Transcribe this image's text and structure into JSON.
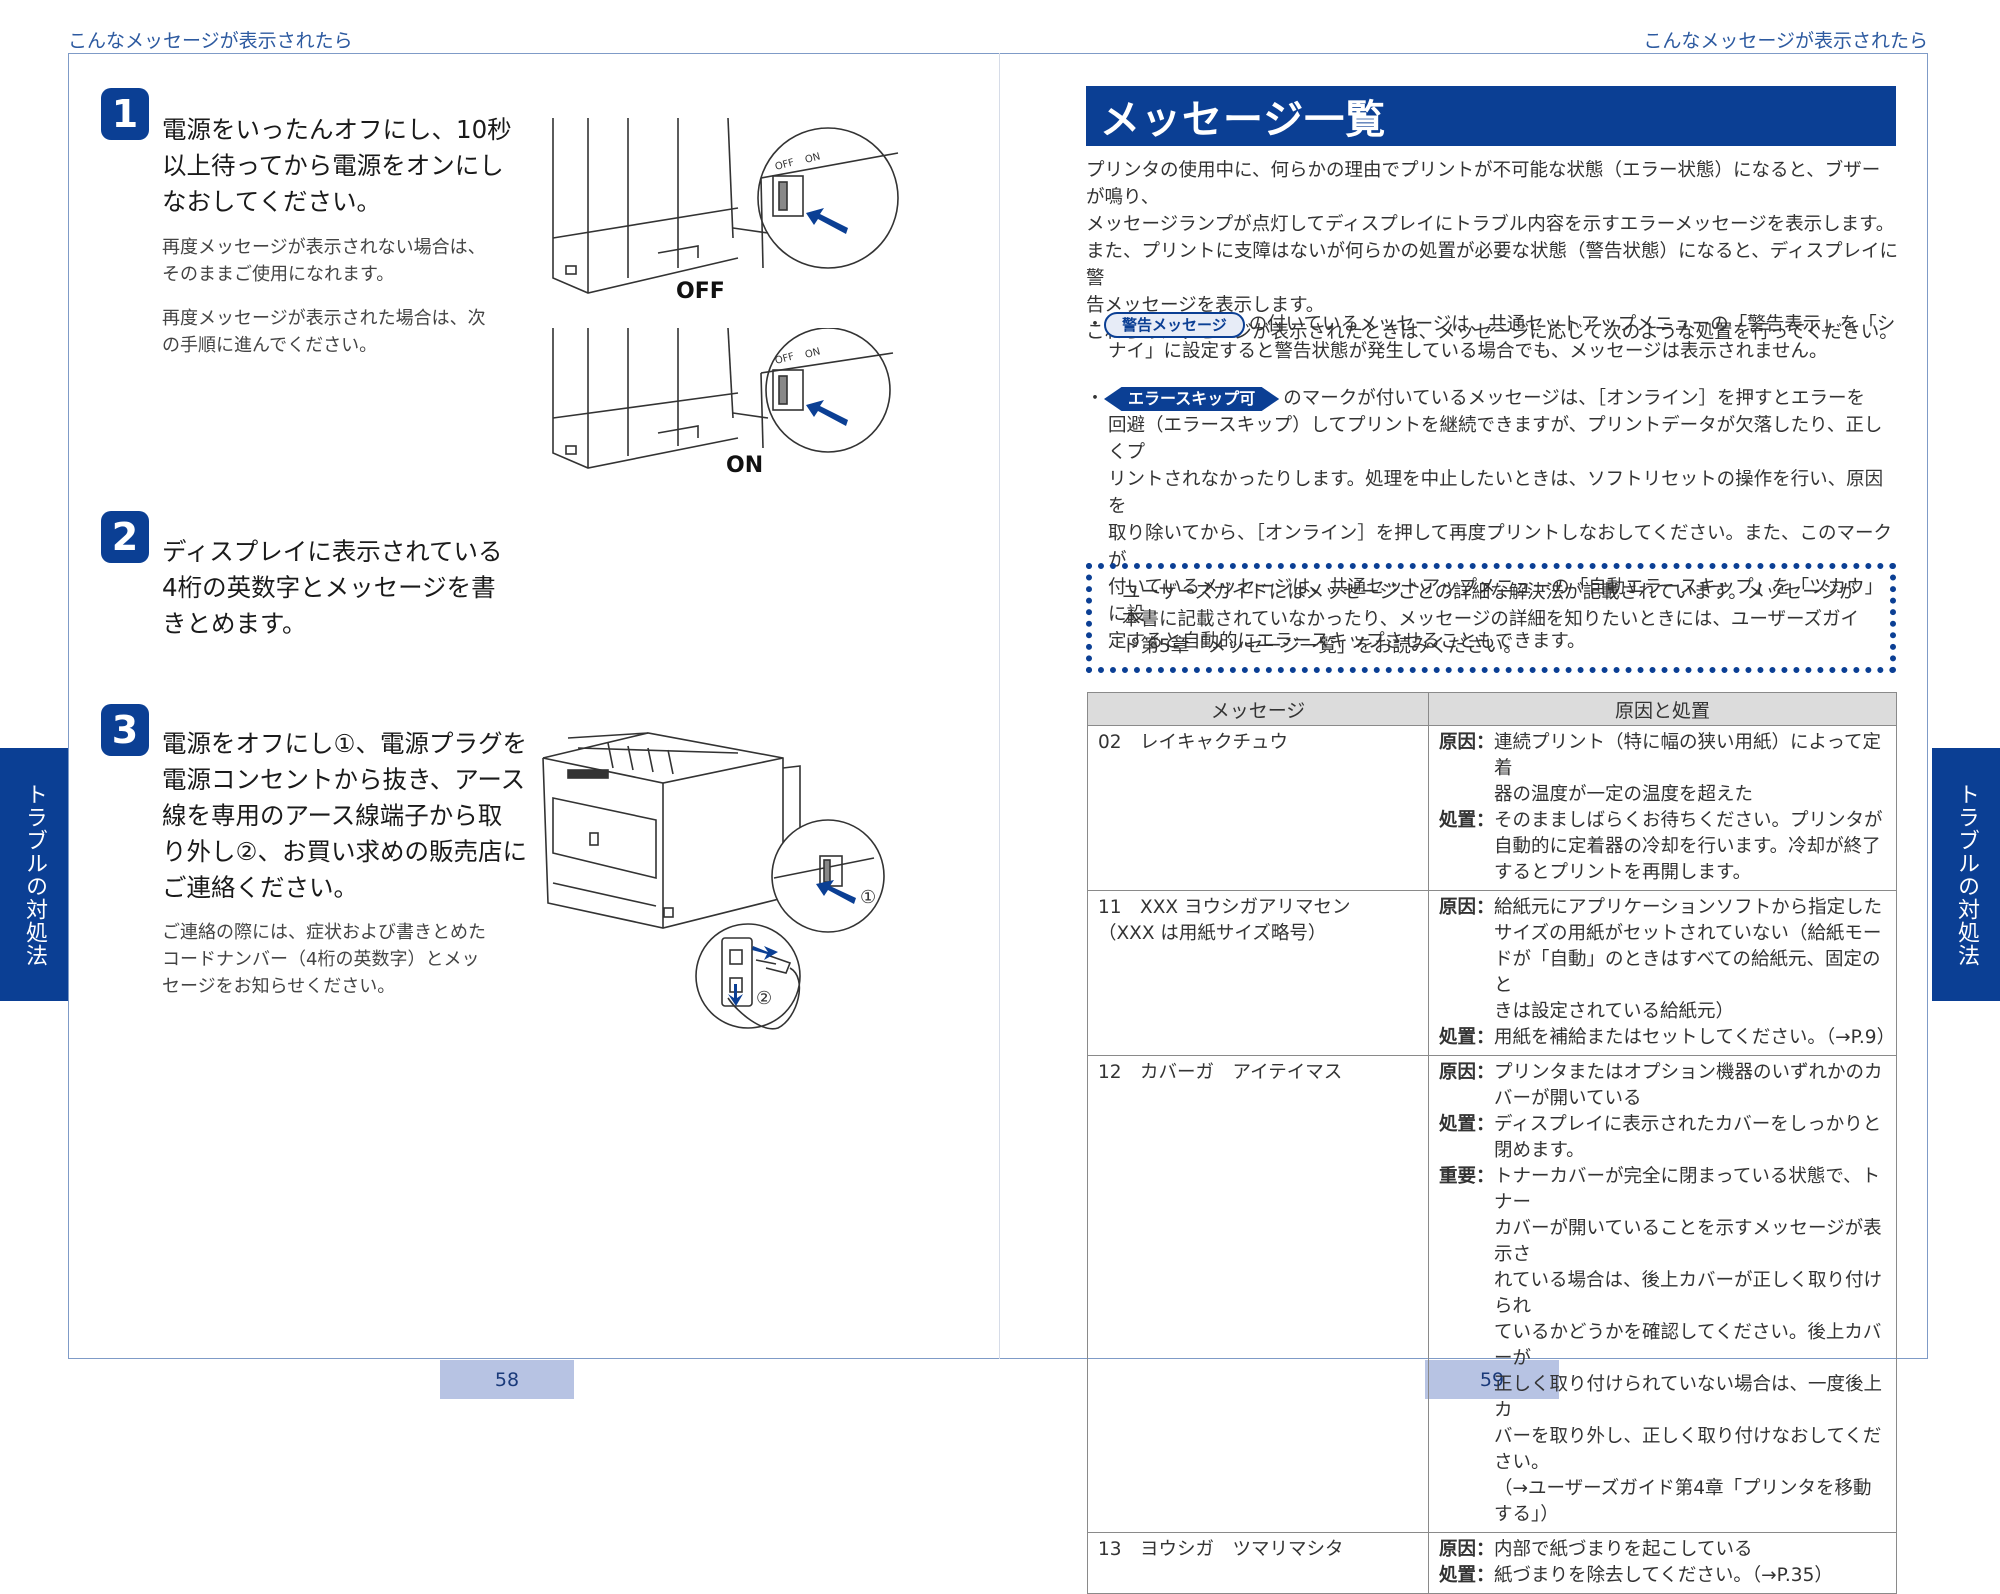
{
  "header": {
    "left": "こんなメッセージが表示されたら",
    "right": "こんなメッセージが表示されたら"
  },
  "side_tab": "トラブルの対処法",
  "page_numbers": {
    "left": "58",
    "right": "59"
  },
  "steps": [
    {
      "num": "1",
      "title": [
        "電源をいったんオフにし、10秒",
        "以上待ってから電源をオンにし",
        "なおしてください。"
      ],
      "notes": [
        [
          "再度メッセージが表示されない場合は、",
          "そのままご使用になれます。"
        ],
        [
          "再度メッセージが表示された場合は、次",
          "の手順に進んでください。"
        ]
      ]
    },
    {
      "num": "2",
      "title": [
        "ディスプレイに表示されている",
        "4桁の英数字とメッセージを書",
        "きとめます。"
      ],
      "notes": []
    },
    {
      "num": "3",
      "title": [
        "電源をオフにし①、電源プラグを",
        "電源コンセントから抜き、アース",
        "線を専用のアース線端子から取",
        "り外し②、お買い求めの販売店に",
        "ご連絡ください。"
      ],
      "notes": [
        [
          "ご連絡の際には、症状および書きとめた",
          "コードナンバー（4桁の英数字）とメッ",
          "セージをお知らせください。"
        ]
      ]
    }
  ],
  "illustrations": {
    "off_label": "OFF",
    "on_label": "ON",
    "switch_off": "OFF",
    "switch_on": "ON",
    "marker_1": "①",
    "marker_2": "②"
  },
  "right": {
    "title": "メッセージ一覧",
    "intro": [
      "プリンタの使用中に、何らかの理由でプリントが不可能な状態（エラー状態）になると、ブザーが鳴り、",
      "メッセージランプが点灯してディスプレイにトラブル内容を示すエラーメッセージを表示します。",
      "また、プリントに支障はないが何らかの処置が必要な状態（警告状態）になると、ディスプレイに警",
      "告メッセージを表示します。",
      "これらのメッセージが表示されたときは、メッセージに応じて次のような処置を行ってください。"
    ],
    "bullet_dot": "・",
    "warn_badge": "警告メッセージ",
    "warn_text": [
      "の付いているメッセージは、共通セットアップメニューの「警告表示」を「シ",
      "ナイ」に設定すると警告状態が発生している場合でも、メッセージは表示されません。"
    ],
    "skip_badge": "エラースキップ可",
    "skip_text": [
      "のマークが付いているメッセージは、［オンライン］を押すとエラーを",
      "回避（エラースキップ）してプリントを継続できますが、プリントデータが欠落したり、正しくプ",
      "リントされなかったりします。処理を中止したいときは、ソフトリセットの操作を行い、原因を",
      "取り除いてから、［オンライン］を押して再度プリントしなおしてください。また、このマークが",
      "付いているメッセージは、共通セットアップメニューの「自動エラースキップ」を「ツカウ」に設",
      "定すると自動的にエラースキップさせることもできます。"
    ],
    "guide_box": [
      "ユーザーズガイドにはメッセージごとの詳細な解決法が記載されています。メッセージが",
      "本書に記載されていなかったり、メッセージの詳細を知りたいときには、ユーザーズガイ",
      "ド第5章「メッセージ一覧」をお読みください。"
    ],
    "table": {
      "headers": [
        "メッセージ",
        "原因と処置"
      ],
      "rows": [
        {
          "message": [
            "02　レイキャクチュウ"
          ],
          "items": [
            {
              "label": "原因：",
              "lines": [
                "連続プリント（特に幅の狭い用紙）によって定着",
                "器の温度が一定の温度を超えた"
              ]
            },
            {
              "label": "処置：",
              "lines": [
                "そのまましばらくお待ちください。プリンタが",
                "自動的に定着器の冷却を行います。冷却が終了",
                "するとプリントを再開します。"
              ]
            }
          ]
        },
        {
          "message": [
            "11　XXX ヨウシガアリマセン",
            "（XXX は用紙サイズ略号）"
          ],
          "items": [
            {
              "label": "原因：",
              "lines": [
                "給紙元にアプリケーションソフトから指定した",
                "サイズの用紙がセットされていない（給紙モー",
                "ドが「自動」のときはすべての給紙元、固定のと",
                "きは設定されている給紙元）"
              ]
            },
            {
              "label": "処置：",
              "lines": [
                "用紙を補給またはセットしてください。（→P.9）"
              ]
            }
          ]
        },
        {
          "message": [
            "12　カバーガ　アイテイマス"
          ],
          "items": [
            {
              "label": "原因：",
              "lines": [
                "プリンタまたはオプション機器のいずれかのカ",
                "バーが開いている"
              ]
            },
            {
              "label": "処置：",
              "lines": [
                "ディスプレイに表示されたカバーをしっかりと",
                "閉めます。"
              ]
            },
            {
              "label": "重要：",
              "lines": [
                "トナーカバーが完全に閉まっている状態で、トナー",
                "カバーが開いていることを示すメッセージが表示さ",
                "れている場合は、後上カバーが正しく取り付けられ",
                "ているかどうかを確認してください。後上カバーが",
                "正しく取り付けられていない場合は、一度後上カ",
                "バーを取り外し、正しく取り付けなおしてください。",
                "（→ユーザーズガイド第4章「プリンタを移動する」）"
              ]
            }
          ]
        },
        {
          "message": [
            "13　ヨウシガ　ツマリマシタ"
          ],
          "items": [
            {
              "label": "原因：",
              "lines": [
                "内部で紙づまりを起こしている"
              ]
            },
            {
              "label": "処置：",
              "lines": [
                "紙づまりを除去してください。（→P.35）"
              ]
            }
          ]
        }
      ]
    }
  }
}
